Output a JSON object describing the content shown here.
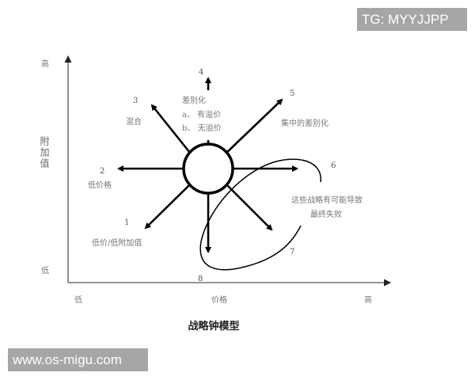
{
  "diagram": {
    "title": "战略钟模型",
    "y_axis": {
      "label": "附加值",
      "high": "高",
      "low": "低"
    },
    "x_axis": {
      "label": "价格",
      "low": "低",
      "high": "高"
    },
    "routes": [
      {
        "number": "1",
        "label": "低价/低附加值"
      },
      {
        "number": "2",
        "label": "低价格"
      },
      {
        "number": "3",
        "label": "混合"
      },
      {
        "number": "4",
        "label": "差别化",
        "sub": [
          "a、 有溢价",
          "b、 无溢价"
        ]
      },
      {
        "number": "5",
        "label": "集中的差别化"
      },
      {
        "number": "6",
        "label": ""
      },
      {
        "number": "7",
        "label": ""
      },
      {
        "number": "8",
        "label": ""
      }
    ],
    "failure_note": [
      "这些战略有可能导致",
      "最终失败"
    ],
    "colors": {
      "line": "#000000",
      "axis": "#555555",
      "text": "#777777"
    }
  },
  "watermarks": {
    "top_right": "TG: MYYJJPP",
    "bottom_left": "www.os-migu.com"
  }
}
